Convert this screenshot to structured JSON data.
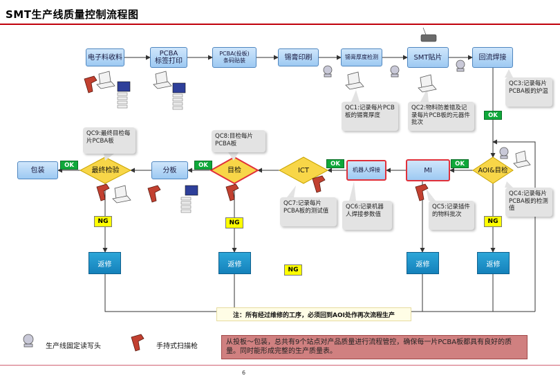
{
  "title": "SMT生产线质量控制流程图",
  "page_number": "6",
  "nodes": {
    "incoming": "电子料收料",
    "pcba_label_l1": "PCBA",
    "pcba_label_l2": "标签打印",
    "pcba_board_l1": "PCBA(投板)",
    "pcba_board_l2": "条码贴装",
    "paste_print": "锡膏印刷",
    "paste_thickness": "锡膏厚度检测",
    "smt_place": "SMT贴片",
    "reflow": "回流焊接",
    "aoi": "AOI&目检",
    "mi": "MI",
    "robot_weld": "机器人焊接",
    "ict": "ICT",
    "visual": "目检",
    "split": "分板",
    "final": "最终检验",
    "pack": "包装"
  },
  "callouts": {
    "qc1": "QC1:记录每片PCB板的锡膏厚度",
    "qc2": "QC2:物料防差错及记录每片PCB板的元器件批次",
    "qc3": "QC3:记录每片PCBA板的炉温",
    "qc4": "QC4:记录每片PCBA板的检测值",
    "qc5": "QC5:记录插件的物料批次",
    "qc6": "QC6:记录机器人焊接参数值",
    "qc7": "QC7:记录每片PCBA板的测试值",
    "qc8": "QC8:目检每片PCBA板",
    "qc9": "QC9:最终目检每片PCBA板"
  },
  "labels": {
    "ok": "OK",
    "ng": "NG",
    "repair": "返修"
  },
  "note": "注：所有经过维修的工序，必须回到AOI处作再次流程生产",
  "legend": {
    "fixed_reader": "生产线固定读写头",
    "handheld_scanner": "手持式扫描枪"
  },
  "summary": "从投板～包装，总共有9个站点对产品质量进行流程管控，确保每一片PCBA板都具有良好的质量。同时能形成完整的生产质量表。"
}
